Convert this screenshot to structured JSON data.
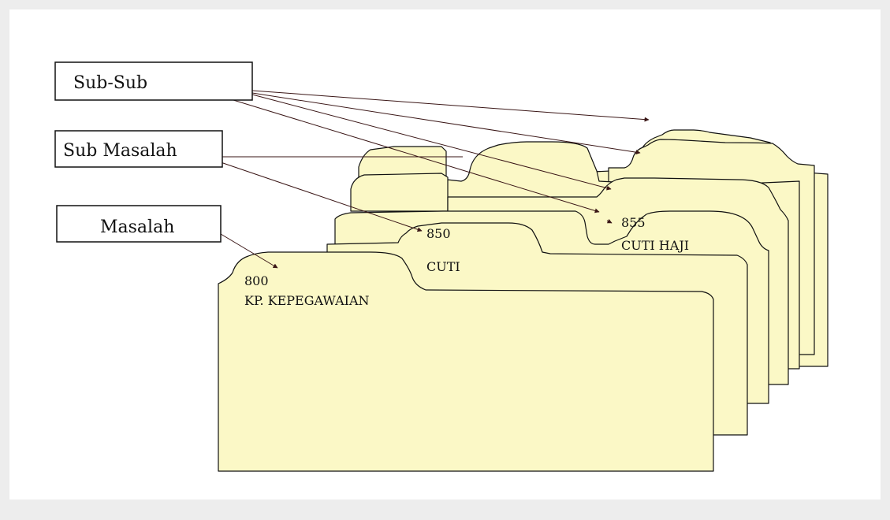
{
  "colors": {
    "folder_fill": "#fbf8c6",
    "panel_bg": "#ffffff",
    "outer_bg": "#ededed",
    "arrow": "#3a1616"
  },
  "boxes": {
    "sub_sub": "Sub-Sub",
    "sub_masalah": "Sub Masalah",
    "masalah": "Masalah"
  },
  "folders": {
    "f800": {
      "code": "800",
      "title": "KP. KEPEGAWAIAN"
    },
    "f850": {
      "code": "850",
      "title": "CUTI"
    },
    "f855": {
      "code": "855",
      "title": "CUTI HAJI"
    }
  }
}
